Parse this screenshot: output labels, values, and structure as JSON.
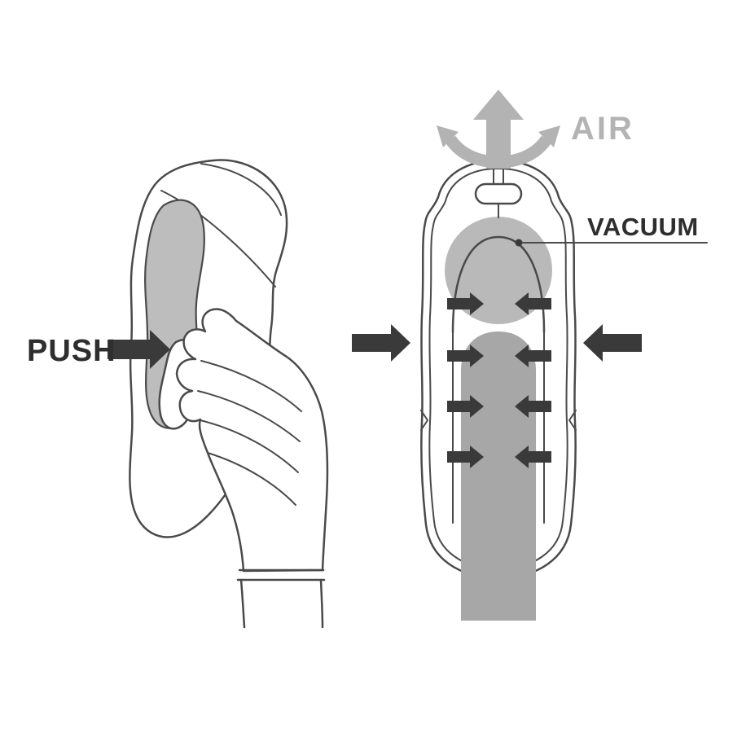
{
  "figure": {
    "labels": {
      "push": "PUSH",
      "air": "AIR",
      "vacuum": "VACUUM"
    },
    "colors": {
      "line": "#4a4a4a",
      "dark": "#3a3a3a",
      "light_gray": "#b9b9b9",
      "mid_gray": "#a7a7a7",
      "panel_gray": "#bdbdbd",
      "label_dark": "#2e2e2e",
      "label_gray": "#b3b3b3",
      "background": "#ffffff"
    }
  }
}
